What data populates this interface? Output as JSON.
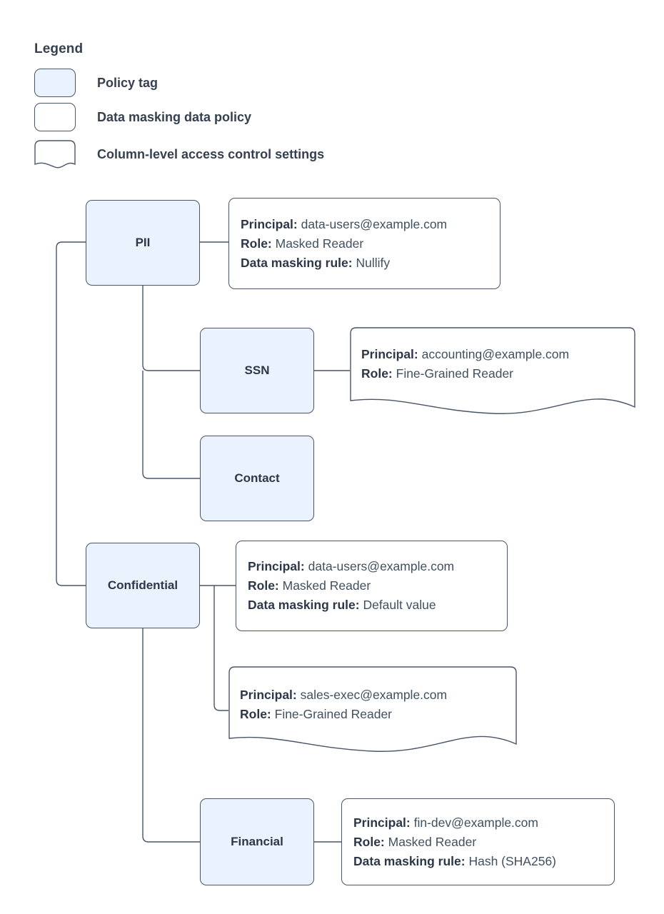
{
  "legend": {
    "title": "Legend",
    "items": [
      {
        "label": "Policy tag",
        "shape": "rounded-rect-filled"
      },
      {
        "label": "Data masking data policy",
        "shape": "rounded-rect"
      },
      {
        "label": "Column-level access control settings",
        "shape": "document-wavy"
      }
    ]
  },
  "colors": {
    "tag_fill": "#eaf2fd",
    "stroke": "#4a5568",
    "text": "#2d3748",
    "value_text": "#41505f",
    "background": "#ffffff"
  },
  "tags": [
    {
      "id": "pii",
      "label": "PII"
    },
    {
      "id": "ssn",
      "label": "SSN"
    },
    {
      "id": "contact",
      "label": "Contact"
    },
    {
      "id": "confidential",
      "label": "Confidential"
    },
    {
      "id": "financial",
      "label": "Financial"
    }
  ],
  "labels": {
    "principal": "Principal:",
    "role": "Role:",
    "masking_rule": "Data masking rule:"
  },
  "policies": [
    {
      "id": "pii-policy",
      "for_tag": "PII",
      "kind": "data-masking-data-policy",
      "principal": "data-users@example.com",
      "role": "Masked Reader",
      "masking_rule": "Nullify"
    },
    {
      "id": "ssn-policy",
      "for_tag": "SSN",
      "kind": "column-level-access-control-settings",
      "principal": "accounting@example.com",
      "role": "Fine-Grained Reader",
      "masking_rule": null
    },
    {
      "id": "confidential-policy",
      "for_tag": "Confidential",
      "kind": "data-masking-data-policy",
      "principal": "data-users@example.com",
      "role": "Masked Reader",
      "masking_rule": "Default value"
    },
    {
      "id": "confidential-acl",
      "for_tag": "Confidential",
      "kind": "column-level-access-control-settings",
      "principal": "sales-exec@example.com",
      "role": "Fine-Grained Reader",
      "masking_rule": null
    },
    {
      "id": "financial-policy",
      "for_tag": "Financial",
      "kind": "data-masking-data-policy",
      "principal": "fin-dev@example.com",
      "role": "Masked Reader",
      "masking_rule": "Hash (SHA256)"
    }
  ]
}
